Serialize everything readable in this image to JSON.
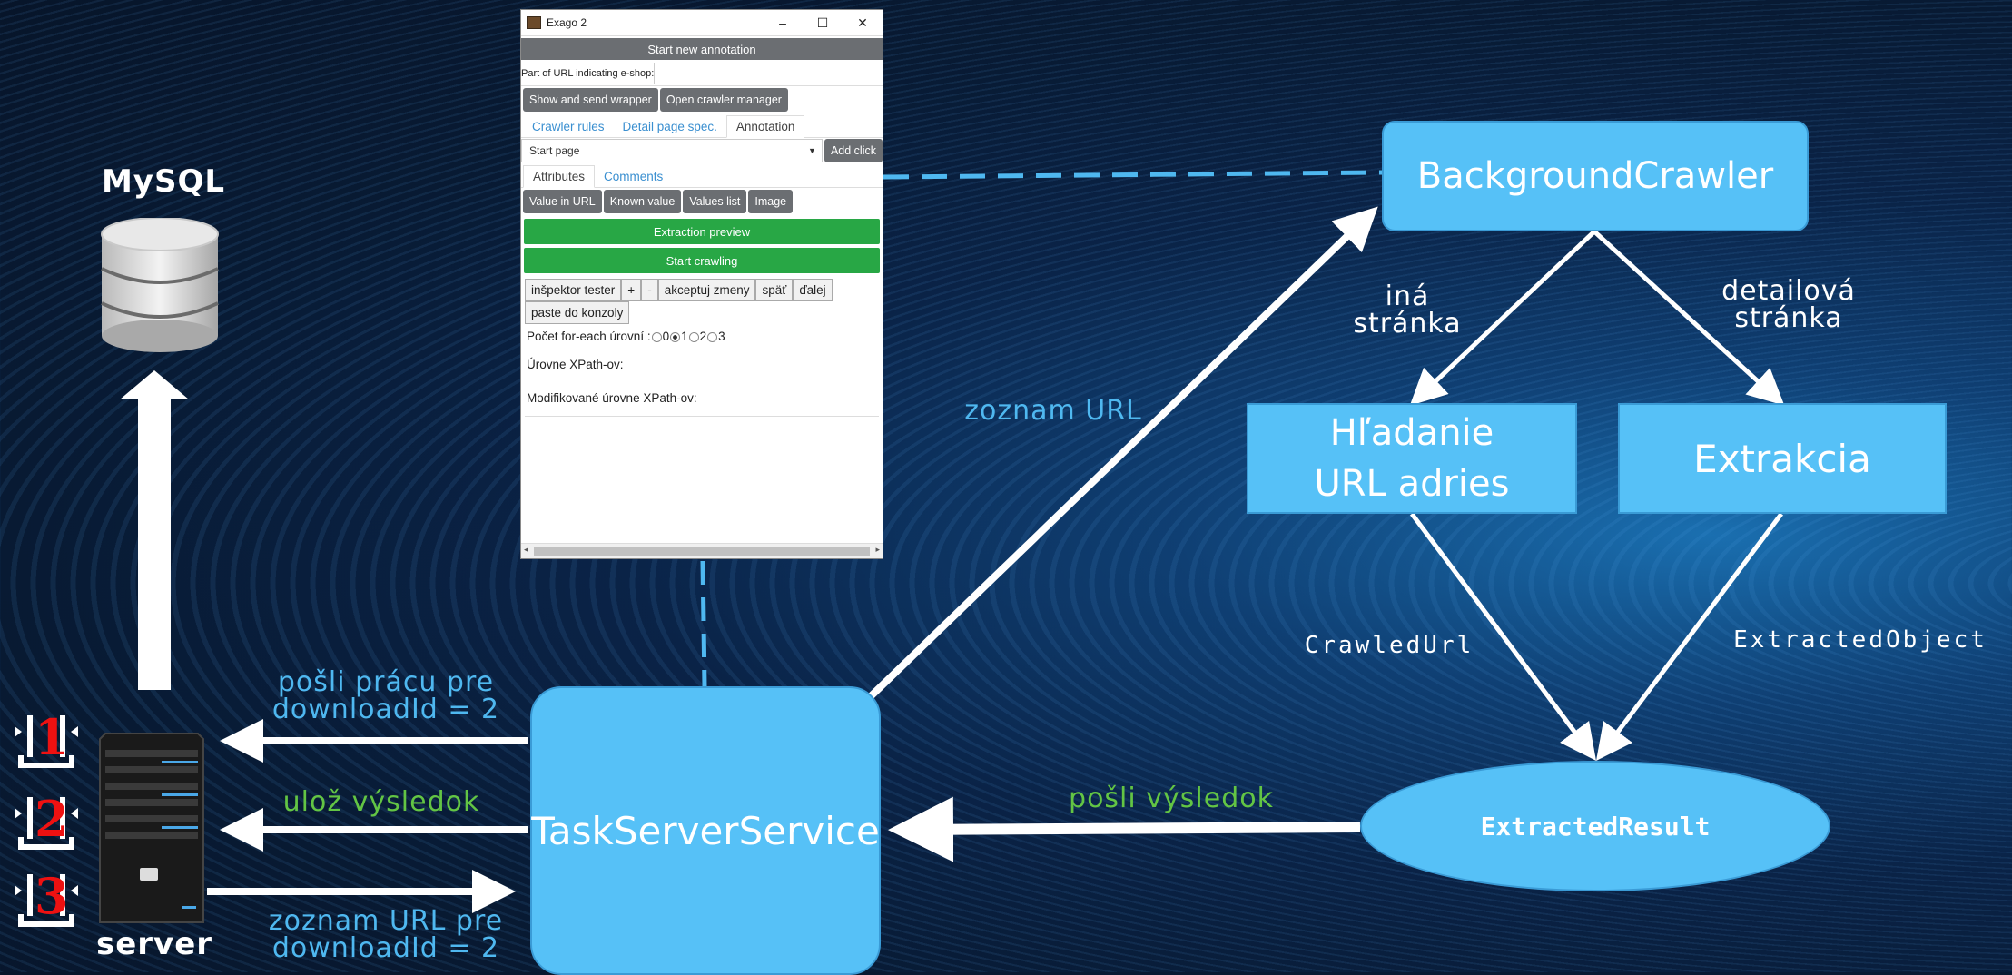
{
  "colors": {
    "box_fill": "#56c1f7",
    "arrow_white": "#ffffff",
    "dash_blue": "#4fb8f0",
    "green_text": "#63c544",
    "blue_text": "#4fb8f0"
  },
  "labels": {
    "mysql": "MySQL",
    "server": "server",
    "zoznam_url": "zoznam URL",
    "ina_line1": "iná",
    "ina_line2": "stránka",
    "detailova_line1": "detailová",
    "detailova_line2": "stránka",
    "crawled_url": "CrawledUrl",
    "extracted_object": "ExtractedObject",
    "posli_vysledok": "pošli výsledok",
    "posli_pracu_line1": "pošli prácu pre",
    "posli_pracu_line2": "downloadId = 2",
    "uloz_vysledok": "ulož výsledok",
    "zoznam_url_pre_line1": "zoznam URL pre",
    "zoznam_url_pre_line2": "downloadId = 2"
  },
  "nodes": {
    "background_crawler": "BackgroundCrawler",
    "hladanie_line1": "Hľadanie",
    "hladanie_line2": "URL adries",
    "extrakcia": "Extrakcia",
    "extracted_result": "ExtractedResult",
    "task_server_service": "TaskServerService"
  },
  "queue_numbers": [
    "1",
    "2",
    "3"
  ],
  "icons": {
    "database": "database-icon",
    "server": "server-icon",
    "queue": "queue-icon"
  },
  "window": {
    "title": "Exago 2",
    "controls": [
      "–",
      "☐",
      "✕"
    ],
    "start_new_annotation": "Start new annotation",
    "url_label": "Part of URL indicating e-shop:",
    "url_value": "",
    "show_and_send_wrapper": "Show and send wrapper",
    "open_crawler_manager": "Open crawler manager",
    "tabs": [
      "Crawler rules",
      "Detail page spec.",
      "Annotation"
    ],
    "active_tab": "Annotation",
    "page_select": "Start page",
    "add_click": "Add click",
    "subtabs": [
      "Attributes",
      "Comments"
    ],
    "attr_buttons": [
      "Value in URL",
      "Known value",
      "Values list",
      "Image"
    ],
    "extraction_preview": "Extraction preview",
    "start_crawling": "Start crawling",
    "tool_buttons": [
      "inšpektor tester",
      "+",
      "-",
      "akceptuj zmeny",
      "späť",
      "ďalej"
    ],
    "paste_button": "paste do konzoly",
    "foreach_label": "Počet for-each úrovní :",
    "radio_options": [
      "0",
      "1",
      "2",
      "3"
    ],
    "radio_selected": "1",
    "xpath_levels": "Úrovne XPath-ov:",
    "modified_xpath_levels": "Modifikované úrovne XPath-ov:"
  }
}
